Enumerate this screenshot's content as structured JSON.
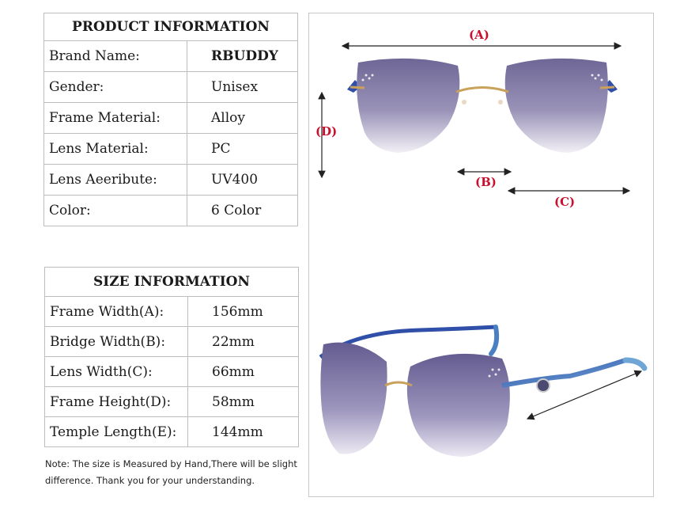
{
  "product_info": {
    "title": "PRODUCT INFORMATION",
    "rows": [
      {
        "key": "Brand Name:",
        "value": "RBUDDY"
      },
      {
        "key": "Gender:",
        "value": "Unisex"
      },
      {
        "key": "Frame Material:",
        "value": "Alloy"
      },
      {
        "key": "Lens Material:",
        "value": "PC"
      },
      {
        "key": "Lens Aeeribute:",
        "value": "UV400"
      },
      {
        "key": "Color:",
        "value": "6 Color"
      }
    ]
  },
  "size_info": {
    "title": "SIZE INFORMATION",
    "rows": [
      {
        "key": "Frame Width(A):",
        "value": "156mm"
      },
      {
        "key": "Bridge Width(B):",
        "value": "22mm"
      },
      {
        "key": "Lens Width(C):",
        "value": "66mm"
      },
      {
        "key": "Frame Height(D):",
        "value": "58mm"
      },
      {
        "key": "Temple Length(E):",
        "value": "144mm"
      }
    ]
  },
  "note": "Note: The size is Measured by Hand,There will be slight difference. Thank you for your understanding.",
  "dimension_labels": {
    "a": "(A)",
    "b": "(B)",
    "c": "(C)",
    "d": "(D)"
  },
  "colors": {
    "label_red": "#c8102e",
    "lens_purple": "#6e6796",
    "temple_blue": "#2f4fa8",
    "frame_gold": "#c9a15a"
  }
}
